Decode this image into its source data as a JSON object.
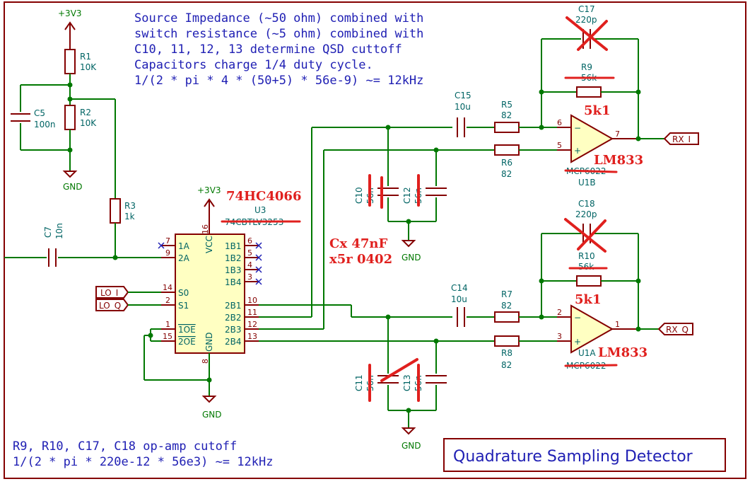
{
  "notes": {
    "qsd": [
      "Source Impedance (~50 ohm) combined with",
      "switch resistance (~5 ohm) combined with",
      "C10, 11, 12, 13 determine QSD cuttoff",
      "Capacitors charge 1/4 duty cycle.",
      "1/(2 * pi * 4 * (50+5) * 56e-9) ~= 12kHz"
    ],
    "opamp": [
      "R9, R10, C17, C18  op-amp cutoff",
      "1/(2 * pi * 220e-12 * 56e3) ~= 12kHz"
    ],
    "title": "Quadrature Sampling Detector"
  },
  "power": {
    "vcc_top": "+3V3",
    "vcc_u3": "+3V3",
    "gnd1": "GND",
    "gnd2": "GND",
    "gnd3": "GND",
    "gnd4": "GND"
  },
  "components": {
    "R1": {
      "ref": "R1",
      "value": "10K"
    },
    "R2": {
      "ref": "R2",
      "value": "10K"
    },
    "R3": {
      "ref": "R3",
      "value": "1k"
    },
    "C5": {
      "ref": "C5",
      "value": "100n"
    },
    "C7": {
      "ref": "C7",
      "value": "10n"
    },
    "C15": {
      "ref": "C15",
      "value": "10u"
    },
    "C14": {
      "ref": "C14",
      "value": "10u"
    },
    "R5": {
      "ref": "R5",
      "value": "82"
    },
    "R6": {
      "ref": "R6",
      "value": "82"
    },
    "R7": {
      "ref": "R7",
      "value": "82"
    },
    "R8": {
      "ref": "R8",
      "value": "82"
    },
    "R9": {
      "ref": "R9",
      "value": "56k"
    },
    "R10": {
      "ref": "R10",
      "value": "56k"
    },
    "C17": {
      "ref": "C17",
      "value": "220p"
    },
    "C18": {
      "ref": "C18",
      "value": "220p"
    },
    "C10": {
      "ref": "C10",
      "value": "56n"
    },
    "C11": {
      "ref": "C11",
      "value": "56n"
    },
    "C12": {
      "ref": "C12",
      "value": "56n"
    },
    "C13": {
      "ref": "C13",
      "value": "56n"
    },
    "U1B": {
      "ref": "U1B",
      "value": "MCP6022"
    },
    "U1A": {
      "ref": "U1A",
      "value": "MCP6022"
    },
    "U3": {
      "ref": "U3",
      "value": "74CBTLV3253"
    }
  },
  "u3_pins": {
    "left": [
      {
        "num": "7",
        "name": "1A"
      },
      {
        "num": "9",
        "name": "2A"
      },
      {
        "num": "14",
        "name": "S0"
      },
      {
        "num": "2",
        "name": "S1"
      },
      {
        "num": "1",
        "name": "1OE"
      },
      {
        "num": "15",
        "name": "2OE"
      }
    ],
    "right": [
      {
        "num": "6",
        "name": "1B1"
      },
      {
        "num": "5",
        "name": "1B2"
      },
      {
        "num": "4",
        "name": "1B3"
      },
      {
        "num": "3",
        "name": "1B4"
      },
      {
        "num": "10",
        "name": "2B1"
      },
      {
        "num": "11",
        "name": "2B2"
      },
      {
        "num": "12",
        "name": "2B3"
      },
      {
        "num": "13",
        "name": "2B4"
      }
    ],
    "top": {
      "num": "16",
      "name": "VCC"
    },
    "bottom": {
      "num": "8",
      "name": "GND"
    }
  },
  "opamp_pins": {
    "u1b": {
      "inv": "6",
      "noninv": "5",
      "out": "7"
    },
    "u1a": {
      "inv": "2",
      "noninv": "3",
      "out": "1"
    }
  },
  "labels": {
    "lo_i": "LO_I",
    "lo_q": "LO_Q",
    "rx_i": "RX_I",
    "rx_q": "RX_Q"
  },
  "annotations": {
    "u3_part": "74HC4066",
    "r9_new": "5k1",
    "r10_new": "5k1",
    "u1b_part": "LM833",
    "u1a_part": "LM833",
    "cx_line1": "Cx 47nF",
    "cx_line2": "x5r 0402"
  },
  "colors": {
    "wire": "#007800",
    "component": "#840000",
    "body_fill": "#ffffc2",
    "note_text": "#2020b4",
    "ref_text": "#006464",
    "markup": "#e0201e"
  }
}
